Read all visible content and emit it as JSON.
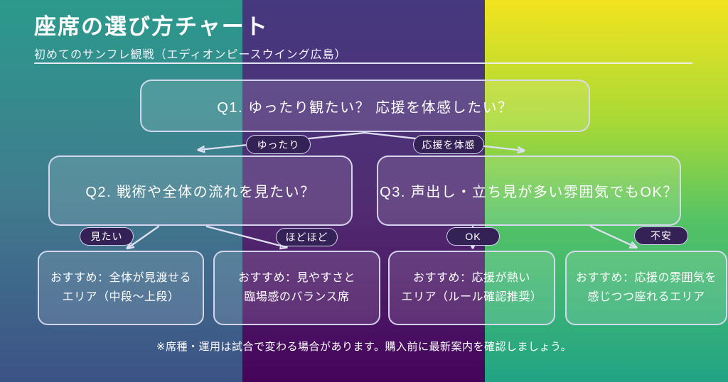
{
  "header": {
    "title": "座席の選び方チャート",
    "subtitle": "初めてのサンフレ観戦（エディオンピースウイング広島）"
  },
  "flowchart": {
    "questions": [
      {
        "id": "q1",
        "label": "Q1. ゆったり観たい？ 応援を体感したい？"
      },
      {
        "id": "q2",
        "label": "Q2. 戦術や全体の流れを見たい？"
      },
      {
        "id": "q3",
        "label": "Q3. 声出し・立ち見が多い雰囲気でもOK？"
      }
    ],
    "branch_labels": [
      {
        "id": "yuttari",
        "label": "ゆったり"
      },
      {
        "id": "ouen-taikan",
        "label": "応援を体感"
      },
      {
        "id": "mitai",
        "label": "見たい"
      },
      {
        "id": "hodohodo",
        "label": "ほどほど"
      },
      {
        "id": "ok",
        "label": "OK"
      },
      {
        "id": "fuan",
        "label": "不安"
      }
    ],
    "recommendations": [
      {
        "line1": "おすすめ：全体が見渡せる",
        "line2": "エリア（中段〜上段）"
      },
      {
        "line1": "おすすめ：見やすさと",
        "line2": "臨場感のバランス席"
      },
      {
        "line1": "おすすめ：応援が熱い",
        "line2": "エリア（ルール確認推奨）"
      },
      {
        "line1": "おすすめ：応援の雰囲気を",
        "line2": "感じつつ座れるエリア"
      }
    ]
  },
  "footer": {
    "note": "※席種・運用は試合で変わる場合があります。購入前に最新案内を確認しましょう。"
  },
  "colors": {
    "strip1_top": "#2b9a8c",
    "strip1_bottom": "#3c5286",
    "strip2_top": "#46397f",
    "strip2_bottom": "#450459",
    "strip3_top": "#f2e31f",
    "strip3_mid": "#54c366",
    "strip3_bottom": "#21a385",
    "node_fill": "rgba(255,255,255,0.13)",
    "node_border": "#dadbf2",
    "pill_fill": "#342156",
    "arrow": "#dfe0f2",
    "text": "#ffffff"
  }
}
